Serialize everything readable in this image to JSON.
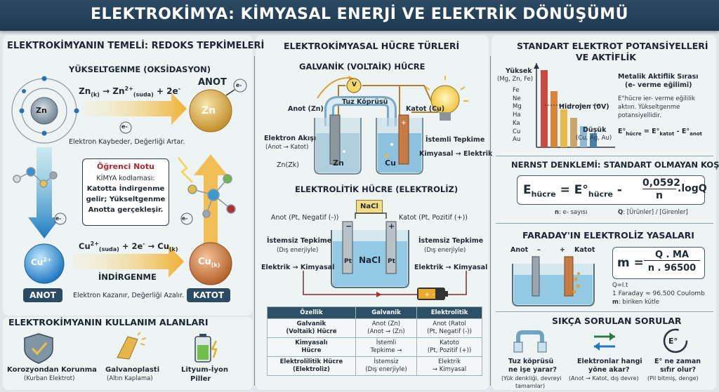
{
  "title": "ELEKTROKİMYA: KİMYASAL ENERJİ VE ELEKTRİK DÖNÜŞÜMÜ",
  "redox": {
    "heading": "ELEKTROKİMYANIN TEMELİ: REDOKS TEPKİMELERİ",
    "oxidation_label": "YÜKSELTGENME (OKSİDASYON)",
    "oxidation_eq": "Zn(k) → Zn2+(suda) + 2e-",
    "zn_atom": "Zn",
    "electron": "e-",
    "oxidation_note": "Elektron Kaybeder, Değerliği Artar.",
    "anode_top": "ANOT",
    "zn_ball": "Zn",
    "note_title": "Öğrenci Notu",
    "note_line1": "KİMYA kodlaması:",
    "note_line2": "Katotta İndirgenme",
    "note_line3": "gelir; Yükseltgenme",
    "note_line4": "Anotta gerçekleşir.",
    "reduction_eq": "Cu2+(suda) + 2e- → Cu(k)",
    "reduction_label": "İNDİRGENME",
    "cu_ion": "Cu2+",
    "cu_ball": "Cu(k)",
    "anode_badge": "ANOT",
    "cathode_badge": "KATOT",
    "reduction_note": "Elektron Kazanır, Değerliği Azalır."
  },
  "uses": {
    "heading": "ELEKTROKİMYANIN KULLANIM ALANLARI",
    "items": [
      {
        "title": "Korozyondan Korunma",
        "sub": "(Kurban Elektrot)"
      },
      {
        "title": "Galvanoplasti",
        "sub": "(Altın Kaplama)"
      },
      {
        "title": "Lityum-İyon",
        "sub": "Piller"
      }
    ]
  },
  "cells": {
    "heading": "ELEKTROKİMYASAL HÜCRE TÜRLERİ",
    "galvanic_title": "GALVANİK (VOLTAİK) HÜCRE",
    "voltmeter": "V",
    "salt_bridge": "Tuz Köprüsü",
    "anode_zn": "Anot (Zn)",
    "cathode_cu": "Katot (Cu)",
    "electron_flow": "Elektron Akışı",
    "electron_flow_sub": "(Anot → Katot)",
    "zn_label": "Zn(Zk)",
    "zn_el": "Zn",
    "cu_el": "Cu",
    "spontaneous": "İstemli Tepkime",
    "chem_to_elec": "Kimyasal → Elektrik",
    "electrolytic_title": "ELEKTROLİTİK HÜCRE (ELEKTROLİZ)",
    "nacl_box": "NaCl",
    "anode_pt": "Anot (Pt, Negatif (-))",
    "cathode_pt": "Katot (Pt, Pozitif (+))",
    "nonspont_l1": "İstemsiz Tepkime",
    "nonspont_l2": "(Dış enerjiyle)",
    "elec_to_chem_l": "Elektrik → Kimyasal",
    "nonspont_r1": "İstemsiz Tepkime",
    "nonspont_r2": "(Dış enerjiyle)",
    "elec_to_chem_r": "Elektrik → Kimyasal",
    "pt_left": "Pt",
    "pt_right": "Pt",
    "nacl_sol": "NaCl",
    "minus": "−",
    "plus": "+"
  },
  "table": {
    "headers": [
      "Özellik",
      "Galvanik",
      "Elektrolitik"
    ],
    "rows": [
      {
        "k1": "Galvanik",
        "k2": "(Voltaik) Hücre",
        "g1": "Anot (Zn)",
        "g2": "(Anot → (Zn)",
        "e1": "Anot (Ratol",
        "e2": "(Pt, Negatif (-))"
      },
      {
        "k1": "Kimyasalı",
        "k2": "Hücre",
        "g1": "İstemli",
        "g2": "Tepkime →",
        "e1": "Katoto",
        "e2": "(Pt, Pozitif (+))"
      },
      {
        "k1": "Elektrolilitik Hücre",
        "k2": "(Elektroliz)",
        "g1": "İstemsiz",
        "g2": "(Dış enerjiyle)",
        "e1": "Elektrik",
        "e2": "→ Kimyasal"
      }
    ]
  },
  "potentials": {
    "heading1": "STANDART ELEKTROT POTANSİYELLERİ",
    "heading2": "VE AKTİFLİK",
    "high_label": "Yüksek",
    "high_sub": "(Mg, Zn, Fe)",
    "metals": [
      "Fe",
      "Ne",
      "Mg",
      "Ha",
      "Ka",
      "Cu",
      "Au"
    ],
    "hydrogen": "Hidrojen (0V)",
    "low_label": "Düşük",
    "low_sub": "(Cu, Ag, Au)",
    "series_title1": "Metalik Aktiflik Sırası",
    "series_title2": "(e- verme eğilimi)",
    "desc1": "E°hücre ier- verme eğililik",
    "desc2": "aktıın. Yükseltgenme",
    "desc3": "potansiyellidir.",
    "formula": "E°hücre = E°katot - E°anot",
    "bar_colors": [
      "#c94a3f",
      "#d9833b",
      "#e6b94a",
      "#c9a46c",
      "#8fb7d0",
      "#4c7ea6"
    ]
  },
  "nernst": {
    "heading": "NERNST DENKLEMİ: STANDART OLMAYAN KOŞULLAR",
    "lhs": "Ehücre = E°hücre -",
    "num": "0,0592",
    "den": "n",
    "rhs": ".logQ",
    "n_note": "n: e- sayısı",
    "q_note": "Q: [Ürünler] / [Girenler]"
  },
  "faraday": {
    "heading": "FARADAY'IN ELEKTROLİZ YASALARI",
    "anode": "Anot",
    "cathode": "Katot",
    "minus": "–",
    "plus": "+",
    "m_lhs": "m =",
    "num": "Q . MA",
    "den": "n . 96500",
    "q_def": "Q=I.t",
    "faraday_const": "1 Faraday ≈ 96.500 Coulomb",
    "m_def": "m: biriken kütle"
  },
  "faq": {
    "heading": "SIKÇA SORULAN SORULAR",
    "items": [
      {
        "q1": "Tuz köprüsü",
        "q2": "ne işe yarar?",
        "a1": "(Yük denkliği, devreyi",
        "a2": "tamamlar)"
      },
      {
        "q1": "Elektronlar hangi",
        "q2": "yöne akar?",
        "a1": "(Anot → Katot, dış devre)",
        "a2": ""
      },
      {
        "q1": "E° ne zaman",
        "q2": "sıfır olur?",
        "a1": "(Pil bitmiş, denge)",
        "a2": ""
      }
    ],
    "e_icon": "E°"
  }
}
